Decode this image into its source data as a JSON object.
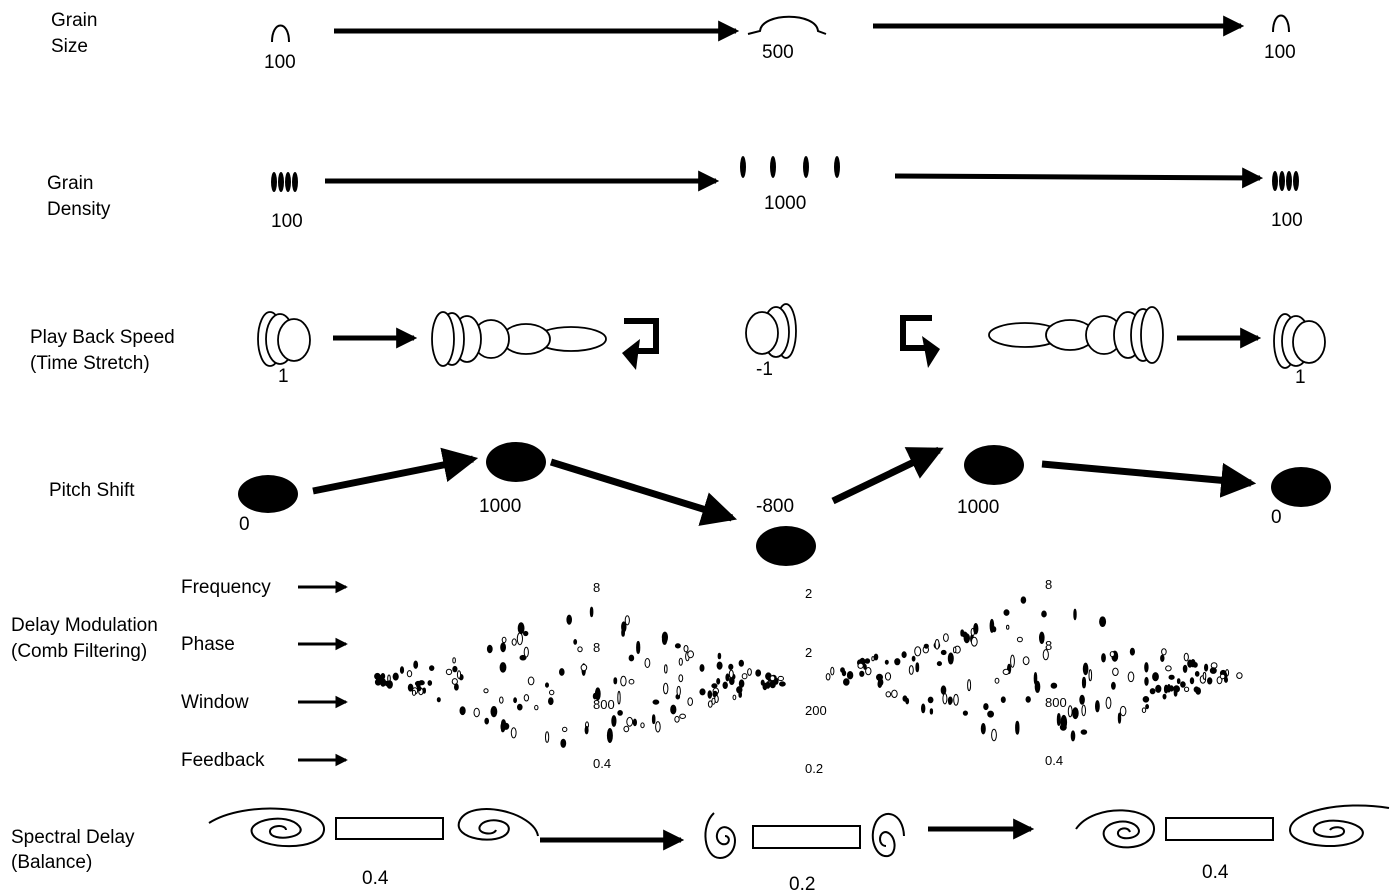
{
  "rows": {
    "grain_size": {
      "label_line1": "Grain",
      "label_line2": "Size",
      "values": [
        "100",
        "500",
        "100"
      ]
    },
    "grain_density": {
      "label_line1": "Grain",
      "label_line2": "Density",
      "values": [
        "100",
        "1000",
        "100"
      ]
    },
    "playback": {
      "label_line1": "Play Back Speed",
      "label_line2": "(Time Stretch)",
      "values": [
        "1",
        "-1",
        "1"
      ]
    },
    "pitch": {
      "label": "Pitch Shift",
      "values": [
        "0",
        "1000",
        "-800",
        "1000",
        "0"
      ]
    },
    "delay": {
      "label_line1": "Delay Modulation",
      "label_line2": "(Comb Filtering)",
      "params": [
        "Frequency",
        "Phase",
        "Window",
        "Feedback"
      ],
      "left_values": [
        "8",
        "8",
        "800",
        "0.4"
      ],
      "mid_values": [
        "2",
        "2",
        "200",
        "0.2"
      ],
      "right_values": [
        "8",
        "8",
        "800",
        "0.4"
      ]
    },
    "spectral": {
      "label_line1": "Spectral Delay",
      "label_line2": "(Balance)",
      "values": [
        "0.4",
        "0.2",
        "0.4"
      ]
    }
  },
  "icons": {
    "arrow": "arrow-icon",
    "grain": "grain-envelope-icon",
    "ellipse": "ellipse-icon",
    "spiral": "spiral-icon",
    "reverse": "reverse-arrow-icon"
  }
}
